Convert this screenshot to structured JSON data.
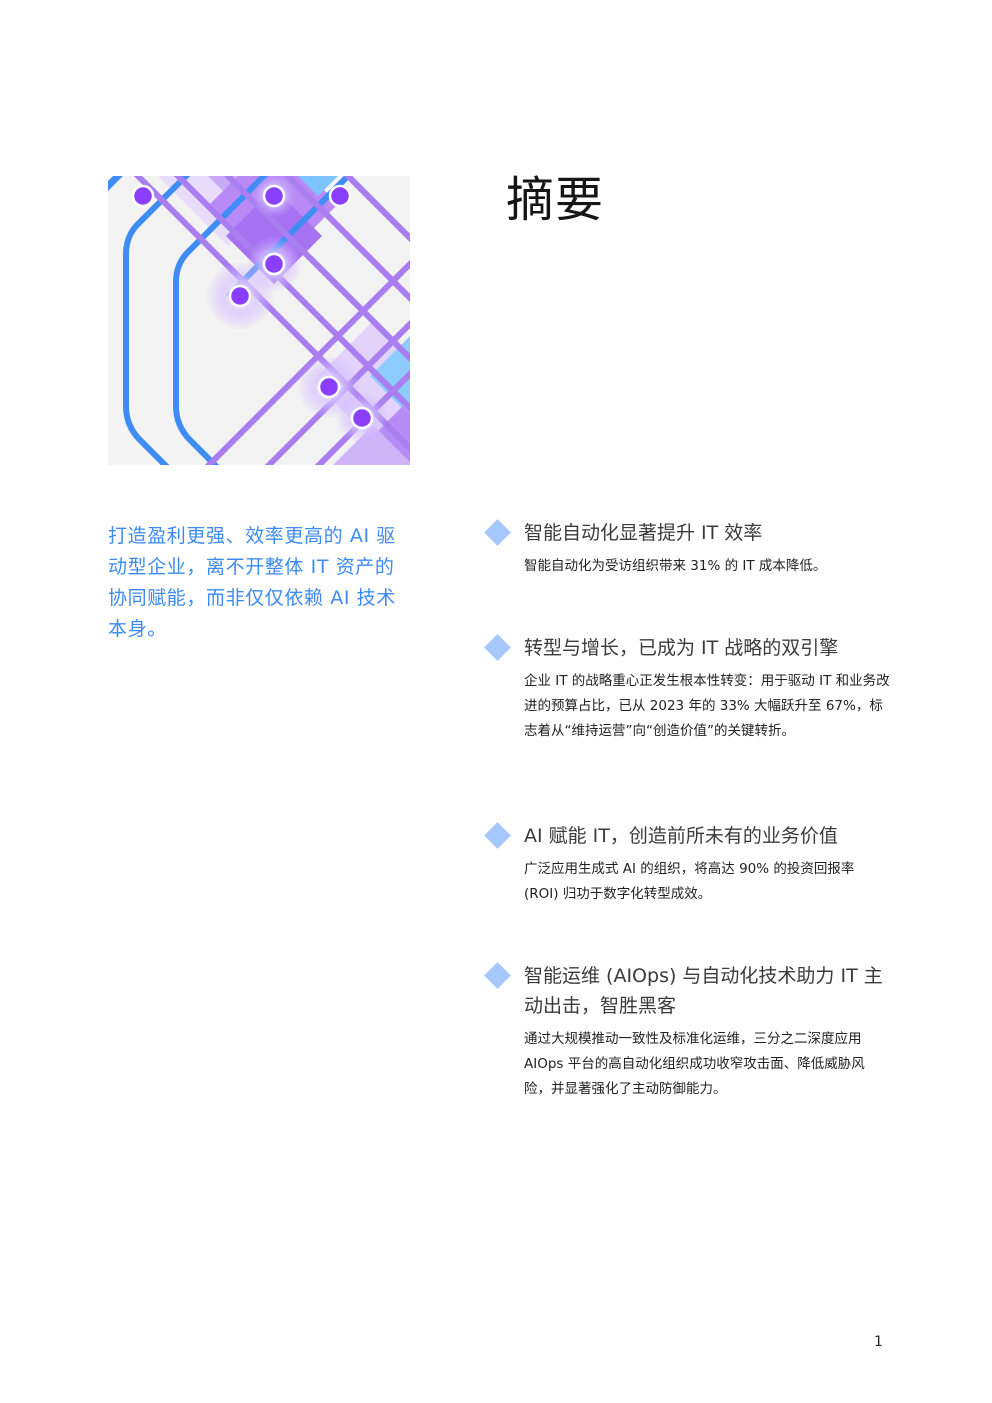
{
  "page": {
    "title": "摘要",
    "intro": "打造盈利更强、效率更高的 AI 驱动型企业，离不开整体 IT 资产的协同赋能，而非仅仅依赖 AI 技术本身。",
    "page_number": "1"
  },
  "findings": [
    {
      "title": "智能自动化显著提升 IT 效率",
      "body": "智能自动化为受访组织带来 31% 的 IT 成本降低。"
    },
    {
      "title": "转型与增长，已成为 IT 战略的双引擎",
      "body": "企业 IT 的战略重心正发生根本性转变：用于驱动 IT 和业务改进的预算占比，已从 2023 年的 33% 大幅跃升至 67%，标志着从“维持运营”向“创造价值”的关键转折。"
    },
    {
      "title": "AI 赋能 IT，创造前所未有的业务价值",
      "body": "广泛应用生成式 AI 的组织，将高达 90% 的投资回报率 (ROI) 归功于数字化转型成效。"
    },
    {
      "title": "智能运维 (AIOps) 与自动化技术助力 IT 主动出击，智胜黑客",
      "body": "通过大规模推动一致性及标准化运维，三分之二深度应用 AIOps 平台的高自动化组织成功收窄攻击面、降低威胁风险，并显著强化了主动防御能力。"
    }
  ],
  "colors": {
    "intro_text": "#3d8bf2",
    "diamond": "#a6c8ff",
    "line_blue": "#3f8cf5",
    "line_purple": "#a87ef0",
    "node": "#8a3ffc"
  },
  "icons": {
    "bullet": "diamond-icon",
    "illustration": "network-lines-illustration"
  }
}
